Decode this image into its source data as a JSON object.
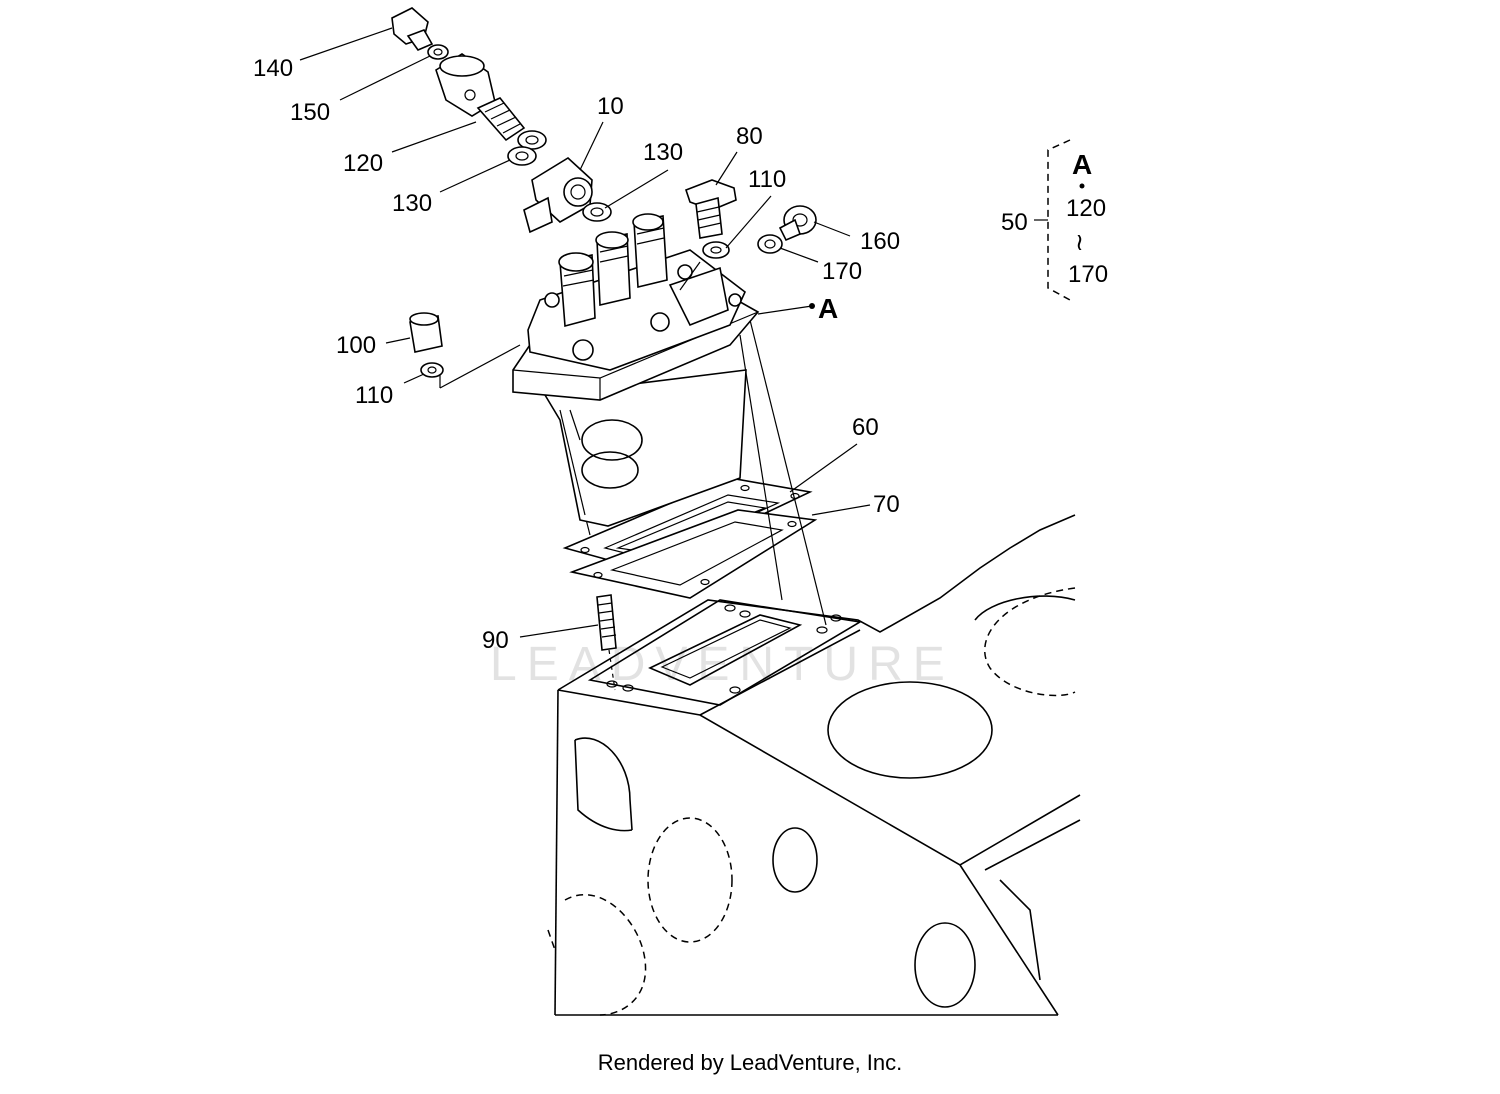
{
  "diagram": {
    "callouts": [
      {
        "id": "140",
        "text": "140"
      },
      {
        "id": "150",
        "text": "150"
      },
      {
        "id": "120",
        "text": "120"
      },
      {
        "id": "130a",
        "text": "130"
      },
      {
        "id": "10",
        "text": "10"
      },
      {
        "id": "130b",
        "text": "130"
      },
      {
        "id": "80",
        "text": "80"
      },
      {
        "id": "110a",
        "text": "110"
      },
      {
        "id": "160",
        "text": "160"
      },
      {
        "id": "170",
        "text": "170"
      },
      {
        "id": "A",
        "text": "A"
      },
      {
        "id": "100",
        "text": "100"
      },
      {
        "id": "110b",
        "text": "110"
      },
      {
        "id": "60",
        "text": "60"
      },
      {
        "id": "70",
        "text": "70"
      },
      {
        "id": "90",
        "text": "90"
      }
    ],
    "assembly_key": {
      "number": "50",
      "ref": "A",
      "range_start": "120",
      "range_symbol": "≀",
      "range_end": "170"
    },
    "watermark": "LEADVENTURE"
  },
  "footer": {
    "text": "Rendered by LeadVenture, Inc."
  }
}
